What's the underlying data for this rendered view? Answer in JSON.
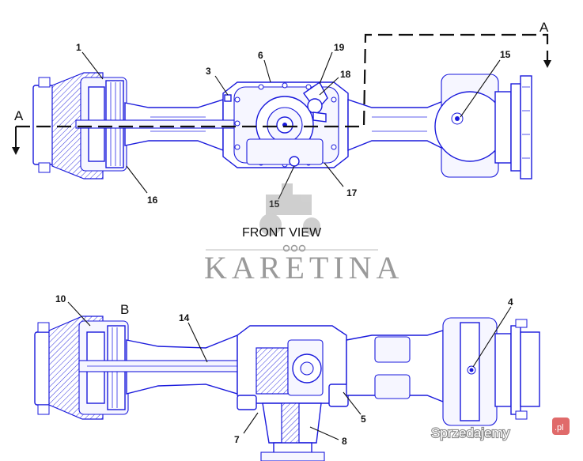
{
  "diagram": {
    "views": {
      "front": {
        "caption": "FRONT VIEW"
      },
      "section_marker": "A",
      "detail_marker": "B"
    },
    "callouts": {
      "front": [
        "1",
        "3",
        "6",
        "19",
        "18",
        "15",
        "15",
        "16",
        "17"
      ],
      "bottom": [
        "10",
        "14",
        "4",
        "5",
        "7",
        "8"
      ]
    },
    "watermark": {
      "text": "KARETINA"
    },
    "badge": {
      "text": "Sprzedajemy",
      "suffix": ".pl"
    },
    "colors": {
      "line": "#1a1adc",
      "watermark": "#9a9a9a",
      "badge": "#e8e8e8"
    }
  }
}
